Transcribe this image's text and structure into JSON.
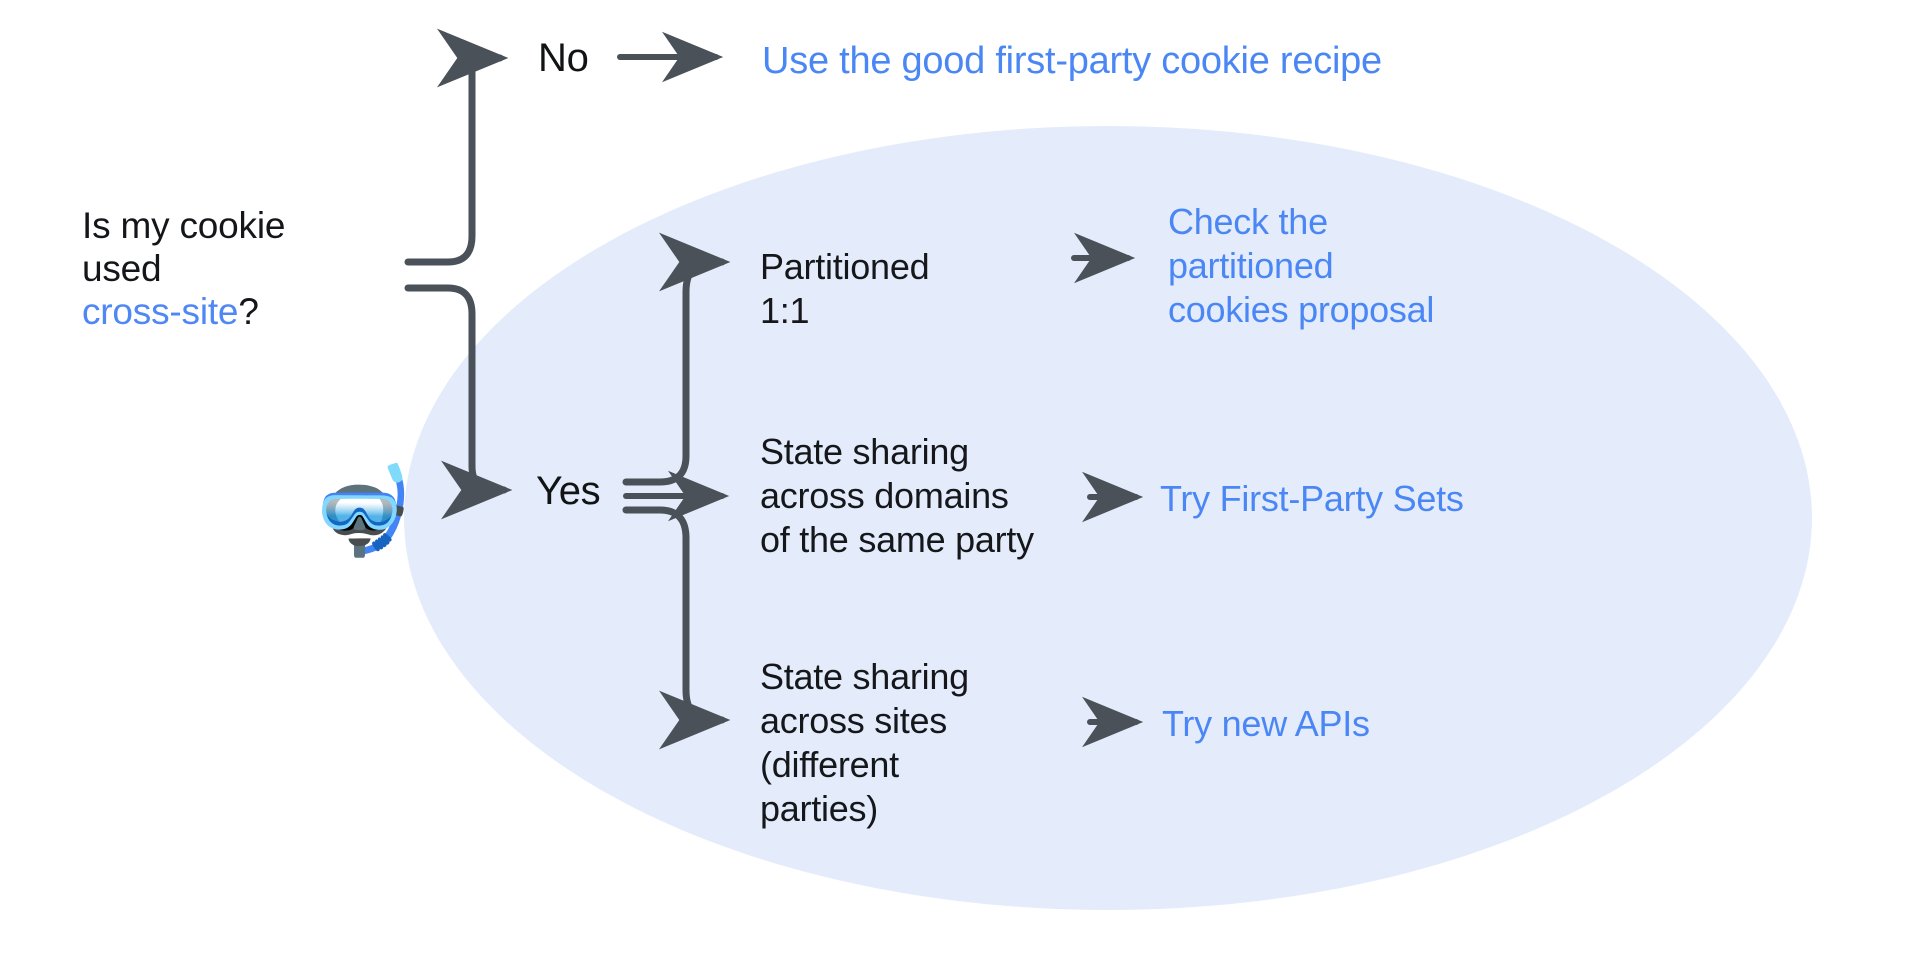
{
  "diagram": {
    "title": "Is my cookie used cross-site?",
    "type": "decision-flowchart",
    "background_color": "#ffffff",
    "highlight_ellipse_color": "#e4ecfb",
    "link_color": "#4a87f5",
    "text_color": "#15171a",
    "arrow_color": "#4a5158"
  },
  "question": {
    "line1": "Is my cookie",
    "line2": "used",
    "highlight": "cross-site",
    "suffix": "?",
    "full": "Is my cookie used cross-site?"
  },
  "branches": {
    "no": {
      "label": "No",
      "outcome": "Use the good first-party cookie recipe"
    },
    "yes": {
      "label": "Yes",
      "cases": [
        {
          "state": "Partitioned\n1:1",
          "outcome": "Check the\npartitioned\ncookies proposal"
        },
        {
          "state": "State sharing\nacross domains\nof the same party",
          "outcome": "Try First-Party Sets"
        },
        {
          "state": "State sharing\nacross sites\n(different\nparties)",
          "outcome": "Try new APIs"
        }
      ]
    }
  },
  "decoration": {
    "emoji": "🤿",
    "emoji_name": "diving-mask-emoji"
  }
}
